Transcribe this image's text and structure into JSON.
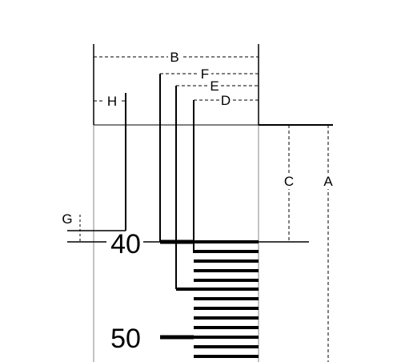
{
  "labels": {
    "a": "A",
    "b": "B",
    "c": "C",
    "d": "D",
    "e": "E",
    "f": "F",
    "g": "G",
    "h": "H"
  },
  "scale": {
    "mark_40": "40",
    "mark_50": "50"
  }
}
